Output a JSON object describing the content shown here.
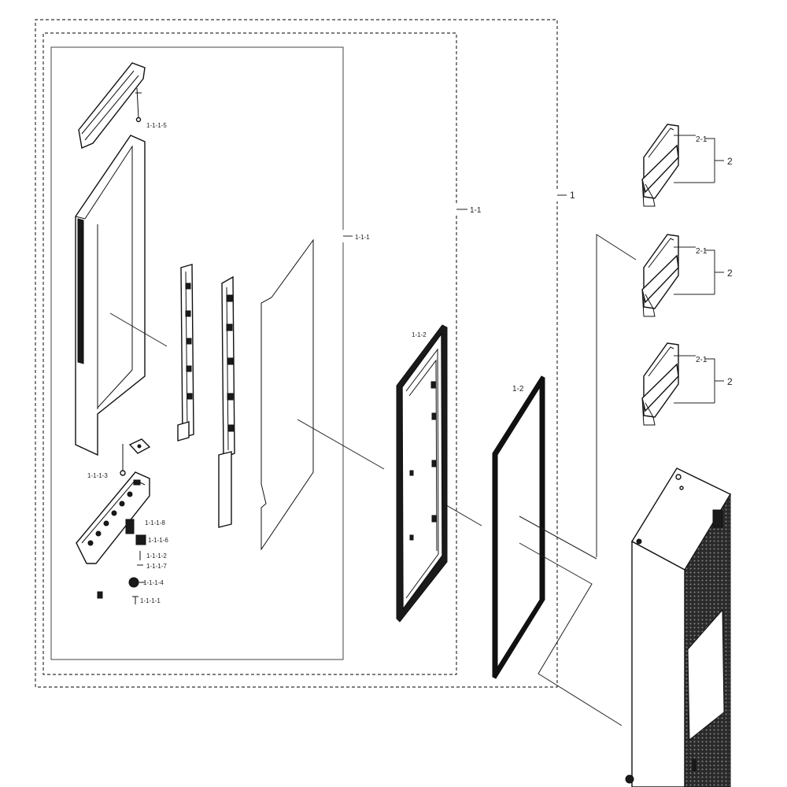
{
  "labels": {
    "assembly_1": "1",
    "door_assembly_1_1": "1-1",
    "door_subassembly_1_1_1": "1-1-1",
    "cap_1_1_1_5": "1-1-1-5",
    "part_1_1_1_3": "1-1-1-3",
    "part_1_1_1_8": "1-1-1-8",
    "part_1_1_1_6": "1-1-1-6",
    "part_1_1_1_2": "1-1-1-2",
    "part_1_1_1_7": "1-1-1-7",
    "part_1_1_1_4": "1-1-1-4",
    "part_1_1_1_1": "1-1-1-1",
    "door_liner_1_1_2": "1-1-2",
    "gasket_1_2": "1-2",
    "guard_part_2_1_a": "2-1",
    "guard_assembly_2_a": "2",
    "guard_part_2_1_b": "2-1",
    "guard_assembly_2_b": "2",
    "guard_part_2_1_c": "2-1",
    "guard_assembly_2_c": "2"
  }
}
